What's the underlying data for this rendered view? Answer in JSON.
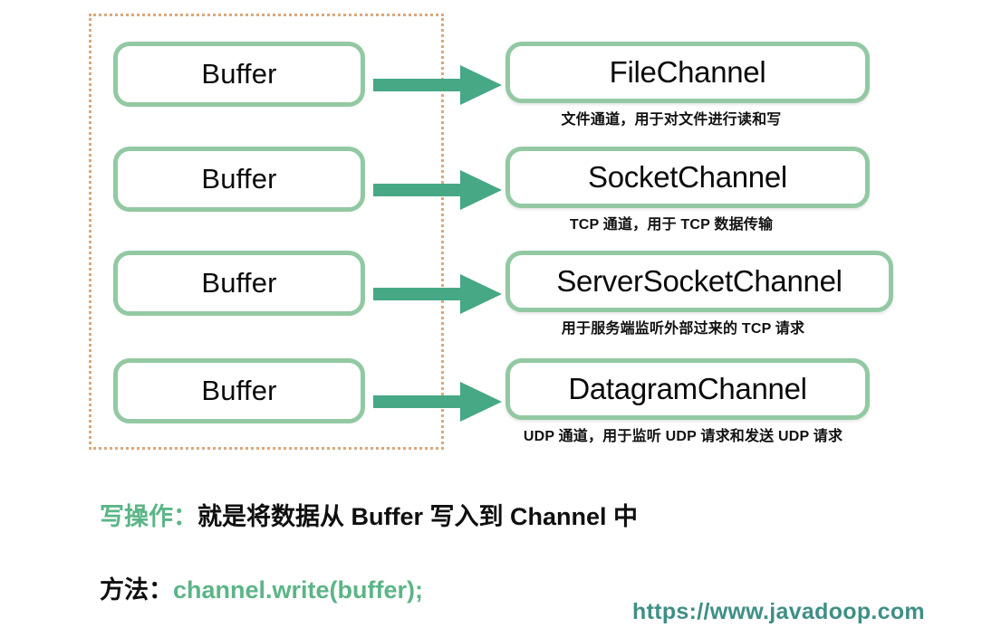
{
  "diagram": {
    "title": "Buffer to Channel write operation",
    "group_frame": {
      "name": "buffer-group",
      "border_color": "#d9a87c",
      "border_style": "dotted"
    },
    "colors": {
      "box_border": "#93c9a2",
      "arrow": "#46a884",
      "accent_green": "#5cb587",
      "url_teal": "#3f8f86",
      "text": "#0f0f0f",
      "frame_tan": "#d9a87c"
    },
    "rows": [
      {
        "source_label": "Buffer",
        "arrow": "arrow-right-icon",
        "target_label": "FileChannel",
        "caption": "文件通道，用于对文件进行读和写",
        "wide": false
      },
      {
        "source_label": "Buffer",
        "arrow": "arrow-right-icon",
        "target_label": "SocketChannel",
        "caption": "TCP 通道，用于 TCP 数据传输",
        "wide": false
      },
      {
        "source_label": "Buffer",
        "arrow": "arrow-right-icon",
        "target_label": "ServerSocketChannel",
        "caption": "用于服务端监听外部过来的 TCP 请求",
        "wide": true
      },
      {
        "source_label": "Buffer",
        "arrow": "arrow-right-icon",
        "target_label": "DatagramChannel",
        "caption": "UDP 通道，用于监听 UDP 请求和发送 UDP 请求",
        "wide": false
      }
    ]
  },
  "notes": {
    "write_label": "写操作：",
    "write_text": "就是将数据从 Buffer 写入到 Channel 中",
    "method_label": "方法：",
    "method_code": "channel.write(buffer);"
  },
  "footer": {
    "url": "https://www.javadoop.com"
  }
}
